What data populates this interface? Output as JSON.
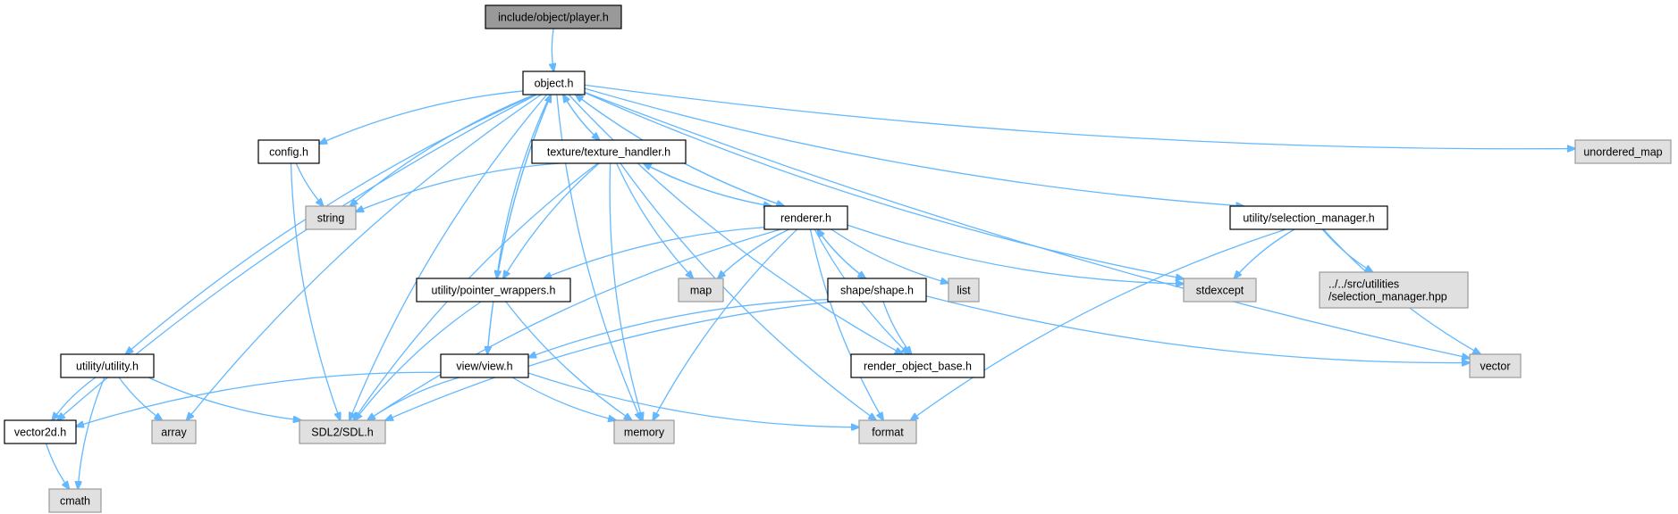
{
  "colors": {
    "edge": "#63b8ff",
    "root_fill": "#999999",
    "header_fill": "#ffffff",
    "system_fill": "#e0e0e0",
    "border": "#000000"
  },
  "nodes": [
    {
      "id": "player",
      "kind": "root",
      "lines": [
        "include/object/player.h"
      ]
    },
    {
      "id": "object",
      "kind": "header",
      "lines": [
        "object.h"
      ]
    },
    {
      "id": "config",
      "kind": "header",
      "lines": [
        "config.h"
      ]
    },
    {
      "id": "texture",
      "kind": "header",
      "lines": [
        "texture/texture_handler.h"
      ]
    },
    {
      "id": "renderer",
      "kind": "header",
      "lines": [
        "renderer.h"
      ]
    },
    {
      "id": "selection",
      "kind": "header",
      "lines": [
        "utility/selection_manager.h"
      ]
    },
    {
      "id": "unordered_map",
      "kind": "system",
      "lines": [
        "unordered_map"
      ]
    },
    {
      "id": "string",
      "kind": "system",
      "lines": [
        "string"
      ]
    },
    {
      "id": "pointer",
      "kind": "header",
      "lines": [
        "utility/pointer_wrappers.h"
      ]
    },
    {
      "id": "map",
      "kind": "system",
      "lines": [
        "map"
      ]
    },
    {
      "id": "shape",
      "kind": "header",
      "lines": [
        "shape/shape.h"
      ]
    },
    {
      "id": "list",
      "kind": "system",
      "lines": [
        "list"
      ]
    },
    {
      "id": "stdexcept",
      "kind": "system",
      "lines": [
        "stdexcept"
      ]
    },
    {
      "id": "selhpp",
      "kind": "system",
      "lines": [
        "../../src/utilities",
        "/selection_manager.hpp"
      ]
    },
    {
      "id": "utility",
      "kind": "header",
      "lines": [
        "utility/utility.h"
      ]
    },
    {
      "id": "view",
      "kind": "header",
      "lines": [
        "view/view.h"
      ]
    },
    {
      "id": "render_base",
      "kind": "header",
      "lines": [
        "render_object_base.h"
      ]
    },
    {
      "id": "vector",
      "kind": "system",
      "lines": [
        "vector"
      ]
    },
    {
      "id": "vector2d",
      "kind": "header",
      "lines": [
        "vector2d.h"
      ]
    },
    {
      "id": "array",
      "kind": "system",
      "lines": [
        "array"
      ]
    },
    {
      "id": "sdl",
      "kind": "system",
      "lines": [
        "SDL2/SDL.h"
      ]
    },
    {
      "id": "memory",
      "kind": "system",
      "lines": [
        "memory"
      ]
    },
    {
      "id": "format",
      "kind": "system",
      "lines": [
        "format"
      ]
    },
    {
      "id": "cmath",
      "kind": "system",
      "lines": [
        "cmath"
      ]
    }
  ],
  "edges": [
    [
      "player",
      "object"
    ],
    [
      "object",
      "config"
    ],
    [
      "object",
      "texture"
    ],
    [
      "object",
      "renderer"
    ],
    [
      "object",
      "selection"
    ],
    [
      "object",
      "unordered_map"
    ],
    [
      "object",
      "string"
    ],
    [
      "object",
      "pointer"
    ],
    [
      "object",
      "stdexcept"
    ],
    [
      "object",
      "utility"
    ],
    [
      "object",
      "view"
    ],
    [
      "object",
      "render_base"
    ],
    [
      "object",
      "vector"
    ],
    [
      "object",
      "vector2d"
    ],
    [
      "object",
      "array"
    ],
    [
      "object",
      "sdl"
    ],
    [
      "object",
      "memory"
    ],
    [
      "config",
      "string"
    ],
    [
      "config",
      "sdl"
    ],
    [
      "texture",
      "object"
    ],
    [
      "texture",
      "renderer"
    ],
    [
      "texture",
      "string"
    ],
    [
      "texture",
      "pointer"
    ],
    [
      "texture",
      "map"
    ],
    [
      "texture",
      "sdl"
    ],
    [
      "texture",
      "memory"
    ],
    [
      "texture",
      "format"
    ],
    [
      "renderer",
      "object"
    ],
    [
      "renderer",
      "texture"
    ],
    [
      "renderer",
      "pointer"
    ],
    [
      "renderer",
      "map"
    ],
    [
      "renderer",
      "shape"
    ],
    [
      "renderer",
      "list"
    ],
    [
      "renderer",
      "stdexcept"
    ],
    [
      "renderer",
      "render_base"
    ],
    [
      "renderer",
      "sdl"
    ],
    [
      "renderer",
      "memory"
    ],
    [
      "renderer",
      "format"
    ],
    [
      "selection",
      "stdexcept"
    ],
    [
      "selection",
      "selhpp"
    ],
    [
      "selection",
      "vector"
    ],
    [
      "selection",
      "format"
    ],
    [
      "pointer",
      "sdl"
    ],
    [
      "pointer",
      "memory"
    ],
    [
      "shape",
      "renderer"
    ],
    [
      "shape",
      "render_base"
    ],
    [
      "shape",
      "vector"
    ],
    [
      "shape",
      "view"
    ],
    [
      "shape",
      "sdl"
    ],
    [
      "utility",
      "vector2d"
    ],
    [
      "utility",
      "array"
    ],
    [
      "utility",
      "sdl"
    ],
    [
      "utility",
      "cmath"
    ],
    [
      "view",
      "object"
    ],
    [
      "view",
      "vector2d"
    ],
    [
      "view",
      "sdl"
    ],
    [
      "view",
      "memory"
    ],
    [
      "view",
      "format"
    ],
    [
      "vector2d",
      "cmath"
    ]
  ]
}
